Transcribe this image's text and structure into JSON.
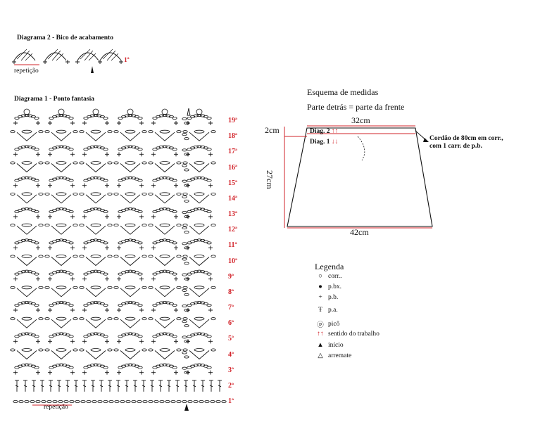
{
  "diagram2": {
    "title": "Diagrama 2 - Bico de acabamento",
    "repeat_label": "repetição",
    "row_label": "1ª"
  },
  "diagram1": {
    "title": "Diagrama 1 - Ponto fantasia",
    "repeat_label": "repetição",
    "rows": [
      "19ª",
      "18ª",
      "17ª",
      "16ª",
      "15ª",
      "14ª",
      "13ª",
      "12ª",
      "11ª",
      "10ª",
      "9ª",
      "8ª",
      "7ª",
      "6ª",
      "5ª",
      "4ª",
      "3ª",
      "2ª",
      "1ª"
    ]
  },
  "measures": {
    "title": "Esquema de medidas",
    "subtitle": "Parte detrás = parte da frente",
    "top_width": "32cm",
    "bottom_width": "42cm",
    "height": "27cm",
    "band": "2cm",
    "diag2_label": "Diag. 2",
    "diag1_label": "Diag. 1",
    "diag2_arrows": "↑↑",
    "diag1_arrows": "↓↓",
    "cord_note_line1": "Cordão de 80cm em corr.,",
    "cord_note_line2": "com 1 carr. de p.b."
  },
  "legend": {
    "title": "Legenda",
    "items": [
      {
        "symbol": "○",
        "label": "corr.."
      },
      {
        "symbol": "●",
        "label": "p.bx."
      },
      {
        "symbol": "+",
        "label": "p.b."
      },
      {
        "symbol": "Ŧ",
        "label": "p.a."
      },
      {
        "symbol": "ⓟ",
        "label": "picô"
      },
      {
        "symbol": "↑↑",
        "label": "sentido do trabalho"
      },
      {
        "symbol": "▲",
        "label": "início"
      },
      {
        "symbol": "△",
        "label": "arremate"
      }
    ]
  },
  "colors": {
    "accent": "#d2232a",
    "ink": "#111111"
  }
}
